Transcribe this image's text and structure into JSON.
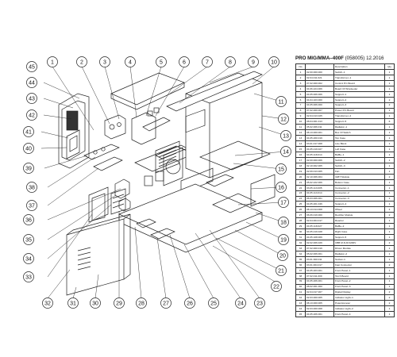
{
  "title": {
    "model": "PRO MIG/MMA–400F",
    "code": "(058005)",
    "date": "12.2016"
  },
  "table": {
    "headers": [
      "No",
      "",
      "Description",
      "Qty"
    ],
    "rows": [
      [
        "1",
        "02.00.000.000",
        "Switch–1",
        "1"
      ],
      [
        "2",
        "02.04.011.021",
        "Transformer–1",
        "1"
      ],
      [
        "3",
        "07.02.000.002",
        "Control P.C.Board",
        "1"
      ],
      [
        "4",
        "04.06.224.006",
        "Board Of Wirefeeder",
        "1"
      ],
      [
        "5",
        "04.05.006.006",
        "Support–1",
        "1"
      ],
      [
        "6",
        "04.04.103.000",
        "Support–2",
        "2"
      ],
      [
        "7",
        "04.05.006.000",
        "Support–3",
        "2"
      ],
      [
        "8",
        "07.02.000.007",
        "Power P.C.Board",
        "1"
      ],
      [
        "9",
        "02.04.013.025",
        "Transformer–2",
        "1"
      ],
      [
        "10",
        "08.04.001.013",
        "Support–5",
        "6"
      ],
      [
        "11",
        "05.02.006.011",
        "Radiator–1",
        "1"
      ],
      [
        "12",
        "08.13.000.001",
        "Box Of Switch",
        "1"
      ],
      [
        "13",
        "04.05.260.019",
        "Top Case",
        "1"
      ],
      [
        "14",
        "03.01.017.008",
        "Line Block",
        "1"
      ],
      [
        "15",
        "04.05.219.027",
        "Left Case",
        "1"
      ],
      [
        "16",
        "04.05.118.014",
        "Baffle–1",
        "1"
      ],
      [
        "17",
        "02.00.000.006",
        "Switch–2",
        "1"
      ],
      [
        "18",
        "02.10.002.005",
        "Switch–3",
        "1"
      ],
      [
        "19",
        "02.09.013.005",
        "Fan",
        "1"
      ],
      [
        "20",
        "02.10.006.004",
        "IGBT Module",
        "2"
      ],
      [
        "21",
        "05.02.222.006",
        "Bottom Case",
        "1"
      ],
      [
        "22",
        "03.05.113.005",
        "Connector–1",
        "1"
      ],
      [
        "23",
        "04.05.113.014",
        "Connector–2",
        "1"
      ],
      [
        "24",
        "06.03.006.001",
        "Connector–3",
        "1"
      ],
      [
        "25",
        "04.05.201.046",
        "Support–4",
        "1"
      ],
      [
        "26",
        "08.13.014.008",
        "Wheel",
        "4"
      ],
      [
        "27",
        "06.06.019.000",
        "Rectifier Module",
        "2"
      ],
      [
        "28",
        "02.04.004.017",
        "Reactor",
        "1"
      ],
      [
        "29",
        "04.05.118.027",
        "Baffle–2",
        "1"
      ],
      [
        "30",
        "04.05.219.028",
        "Right Case",
        "1"
      ],
      [
        "31",
        "04.05.108.006",
        "Support–5",
        "1"
      ],
      [
        "32",
        "02.02.006.026",
        "CBB M 4UF/1200V",
        "2"
      ],
      [
        "33",
        "07.02.000.016",
        "Driven Module",
        "1"
      ],
      [
        "34",
        "05.02.006.001",
        "Radiator–2",
        "1"
      ],
      [
        "35",
        "03.01.300.011",
        "Socket–1",
        "1"
      ],
      [
        "36",
        "03.01.004.017",
        "Fast Connector",
        "2"
      ],
      [
        "37",
        "04.05.203.001",
        "Front Panel–1",
        "1"
      ],
      [
        "38",
        "07.02.011.000",
        "Torch Board",
        "1"
      ],
      [
        "39",
        "04.05.206.001",
        "Front Panel–2",
        "1"
      ],
      [
        "40",
        "08.02.001.000",
        "Front Panel–3",
        "1"
      ],
      [
        "41",
        "02.04.017.007",
        "Digital Display",
        "2"
      ],
      [
        "42",
        "02.03.000.005",
        "Indicator Light–1",
        "2"
      ],
      [
        "43",
        "08.13.000.005",
        "Potentiometer",
        "2"
      ],
      [
        "44",
        "02.03.000.008",
        "Indicator Light–2",
        "1"
      ],
      [
        "45",
        "04.05.206.001",
        "Front Panel–4",
        "1"
      ]
    ]
  },
  "callouts": [
    "1",
    "2",
    "3",
    "4",
    "5",
    "6",
    "7",
    "8",
    "9",
    "10",
    "11",
    "12",
    "13",
    "14",
    "15",
    "16",
    "17",
    "18",
    "19",
    "20",
    "21",
    "22",
    "23",
    "24",
    "25",
    "26",
    "27",
    "28",
    "29",
    "30",
    "31",
    "32",
    "33",
    "34",
    "35",
    "36",
    "37",
    "38",
    "39",
    "40",
    "41",
    "42",
    "43",
    "44",
    "45"
  ],
  "colors": {
    "line": "#222222",
    "background": "#ffffff"
  }
}
